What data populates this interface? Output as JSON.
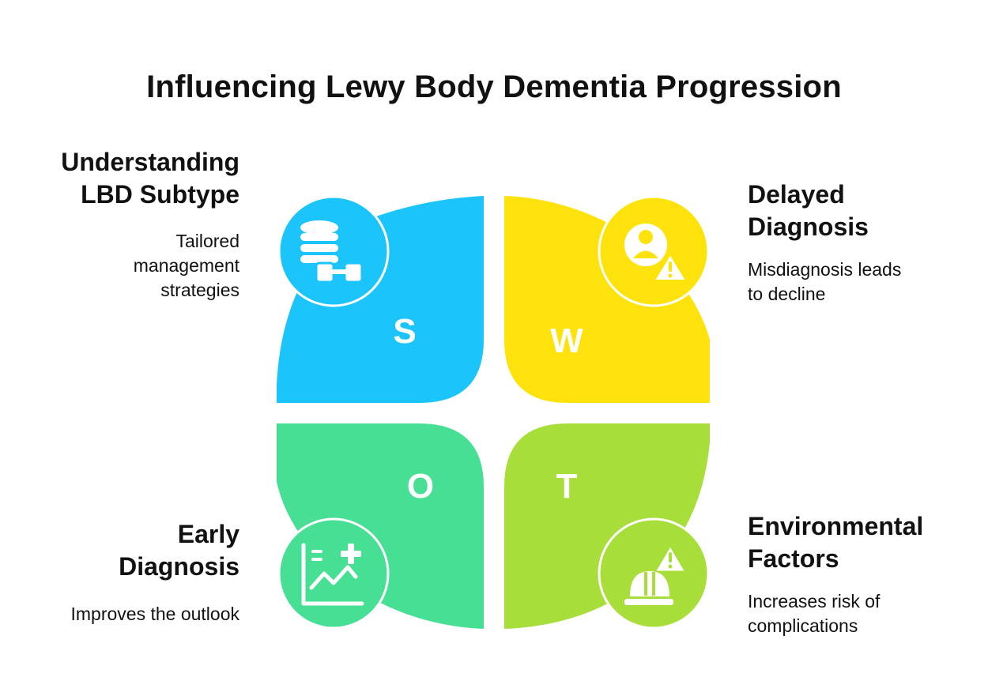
{
  "title": "Influencing Lewy Body Dementia Progression",
  "colors": {
    "strengths": "#1CC4FC",
    "weaknesses": "#FDE20B",
    "opportunities": "#47DF94",
    "threats": "#A8DE3A"
  },
  "quadrants": {
    "s": {
      "letter": "S",
      "icon": "database-network-icon",
      "heading": [
        "Understanding",
        "LBD Subtype"
      ],
      "desc": [
        "Tailored",
        "management",
        "strategies"
      ]
    },
    "w": {
      "letter": "W",
      "icon": "user-warning-icon",
      "heading": [
        "Delayed",
        "Diagnosis"
      ],
      "desc": [
        "Misdiagnosis leads",
        "to decline"
      ]
    },
    "o": {
      "letter": "O",
      "icon": "medical-chart-icon",
      "heading": [
        "Early",
        "Diagnosis"
      ],
      "desc": [
        "Improves the outlook"
      ]
    },
    "t": {
      "letter": "T",
      "icon": "hardhat-warning-icon",
      "heading": [
        "Environmental",
        "Factors"
      ],
      "desc": [
        "Increases risk of",
        "complications"
      ]
    }
  }
}
